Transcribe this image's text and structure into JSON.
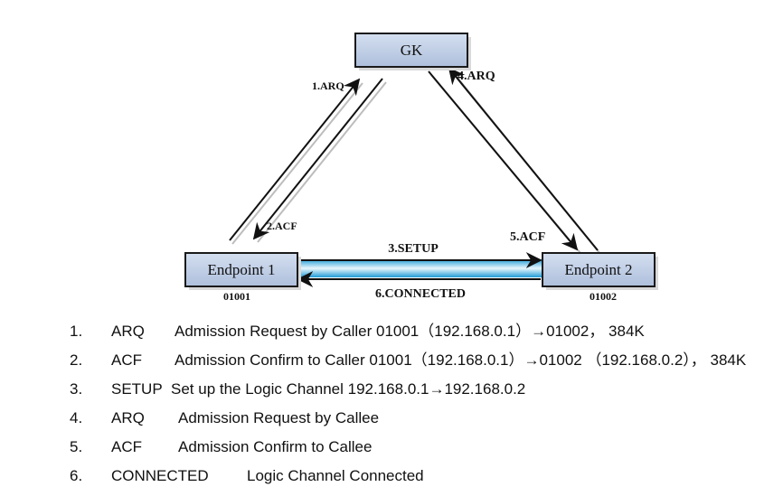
{
  "nodes": {
    "gk": {
      "label": "GK"
    },
    "endpoint1": {
      "label": "Endpoint 1",
      "number": "01001"
    },
    "endpoint2": {
      "label": "Endpoint 2",
      "number": "01002"
    }
  },
  "messages": {
    "m1": "1.ARQ",
    "m2": "2.ACF",
    "m3": "3.SETUP",
    "m4": "4.ARQ",
    "m5": "5.ACF",
    "m6": "6.CONNECTED"
  },
  "legend": [
    {
      "num": "1.",
      "code": "ARQ",
      "desc": "Admission Request  by Caller 01001（192.168.0.1）→01002， 384K"
    },
    {
      "num": "2.",
      "code": "ACF",
      "desc": "Admission Confirm to Caller  01001（192.168.0.1）→01002 （192.168.0.2）， 384K"
    },
    {
      "num": "3.",
      "code": "SETUP",
      "desc": "Set up the Logic Channel   192.168.0.1→192.168.0.2"
    },
    {
      "num": "4.",
      "code": "ARQ",
      "desc": "Admission Request  by Callee"
    },
    {
      "num": "5.",
      "code": "ACF",
      "desc": "Admission Confirm to Callee"
    },
    {
      "num": "6.",
      "code": "CONNECTED",
      "desc": "Logic Channel Connected"
    }
  ],
  "colors": {
    "box_fill_top": "#d4dff0",
    "box_fill_bottom": "#aebfdc",
    "channel_outer": "#1f9bd6",
    "channel_inner": "#e8f7fd"
  }
}
